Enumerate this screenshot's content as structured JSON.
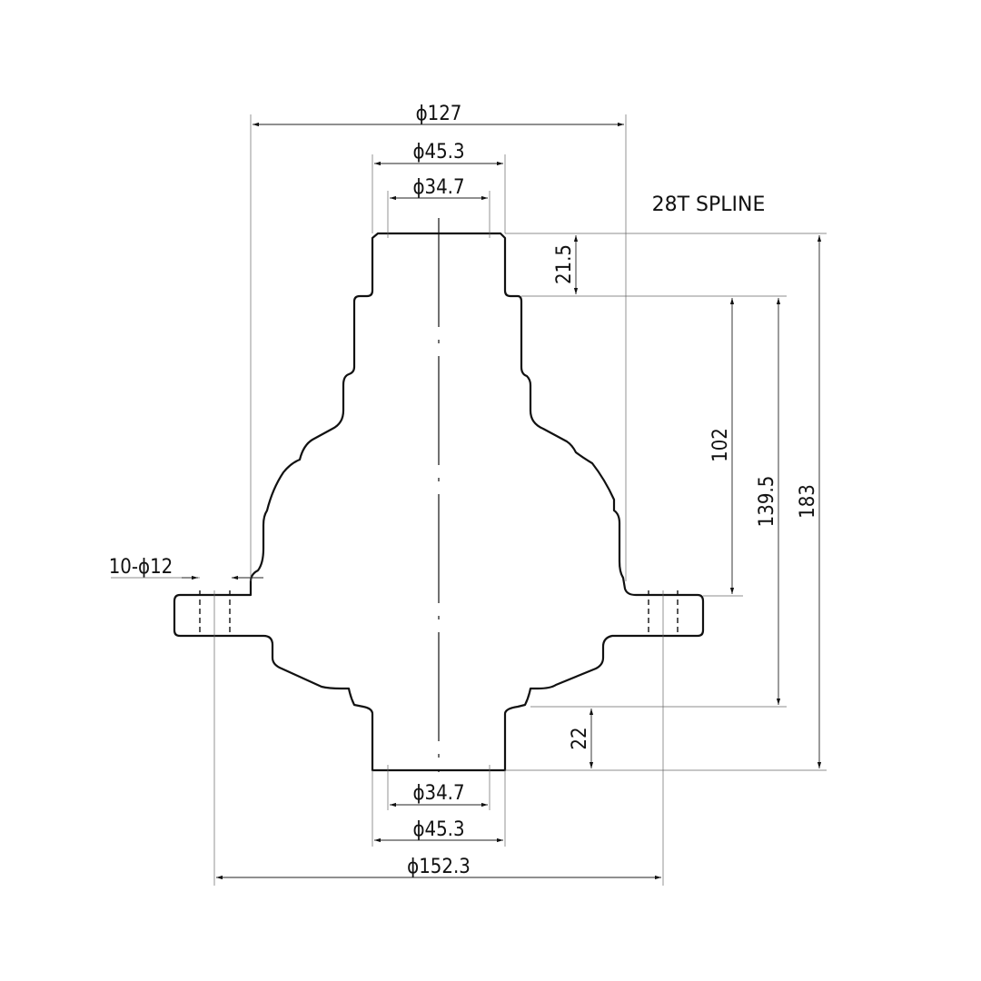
{
  "note": "28T SPLINE",
  "dimensions": {
    "flange_od": "ϕ127",
    "bolt_circle": "ϕ152.3",
    "top_outer": "ϕ45.3",
    "top_inner": "ϕ34.7",
    "bottom_outer": "ϕ45.3",
    "bottom_inner": "ϕ34.7",
    "holes": "10-ϕ12",
    "top_shaft_length": "21.5",
    "bottom_shaft_length": "22",
    "height_102": "102",
    "height_139_5": "139.5",
    "overall_height": "183"
  }
}
